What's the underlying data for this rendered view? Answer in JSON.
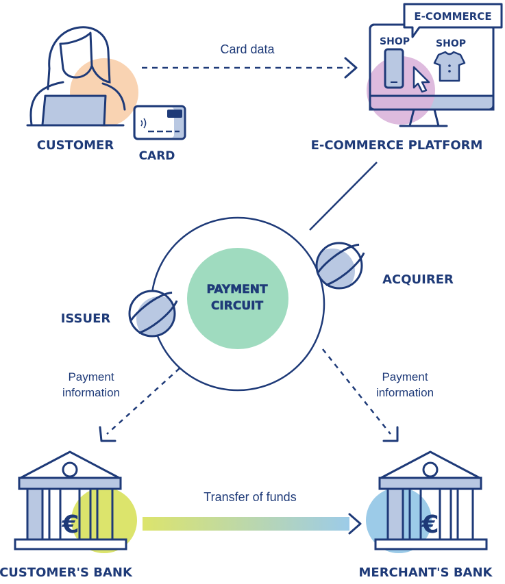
{
  "nodes": {
    "customer": "CUSTOMER",
    "card": "CARD",
    "ecommerce_platform": "E-COMMERCE PLATFORM",
    "ecommerce_bubble": "E-COMMERCE",
    "shop_left": "SHOP",
    "shop_right": "SHOP",
    "payment_circuit_line1": "PAYMENT",
    "payment_circuit_line2": "CIRCUIT",
    "issuer": "ISSUER",
    "acquirer": "ACQUIRER",
    "customers_bank": "CUSTOMER'S BANK",
    "merchants_bank": "MERCHANT'S BANK"
  },
  "flows": {
    "card_data": "Card data",
    "payment_info_left_line1": "Payment",
    "payment_info_left_line2": "information",
    "payment_info_right_line1": "Payment",
    "payment_info_right_line2": "information",
    "transfer_of_funds": "Transfer of funds"
  },
  "colors": {
    "navy": "#1e3a78",
    "light_blue": "#b9c8e2",
    "peach": "#f9d3b2",
    "lilac": "#dab4da",
    "mint": "#9fdbbf",
    "lime": "#dce46c",
    "sky": "#9ccbe8"
  },
  "icons": {
    "customer": "person-at-laptop-icon",
    "card": "contactless-card-icon",
    "platform": "monitor-shop-icon",
    "issuer": "planet-icon",
    "acquirer": "planet-icon",
    "customers_bank": "bank-euro-icon",
    "merchants_bank": "bank-euro-icon"
  }
}
